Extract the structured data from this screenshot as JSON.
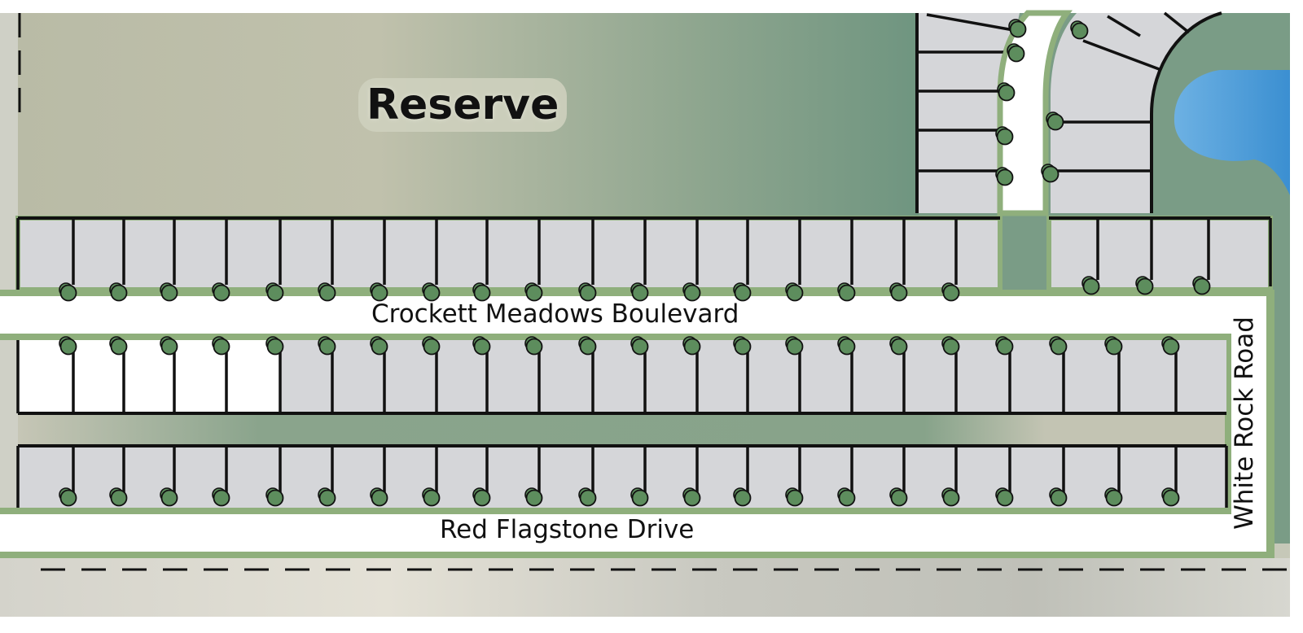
{
  "map": {
    "area_labels": {
      "reserve": "Reserve"
    },
    "road_labels": {
      "crockett": "Crockett Meadows Boulevard",
      "flagstone": "Red Flagstone Drive",
      "white_rock": "White Rock Road"
    }
  },
  "colors": {
    "lot_fill": "#d5d6d9",
    "available_lot_fill": "#ffffff",
    "lot_outline": "#111111",
    "road_fill": "#ffffff",
    "road_edge_green": "#8faf7c",
    "reserve_green_light": "#bdbea8",
    "reserve_green_dark": "#6f9580",
    "water_blue": "#4a9ad8",
    "tree_fill": "#5d8d5d"
  }
}
